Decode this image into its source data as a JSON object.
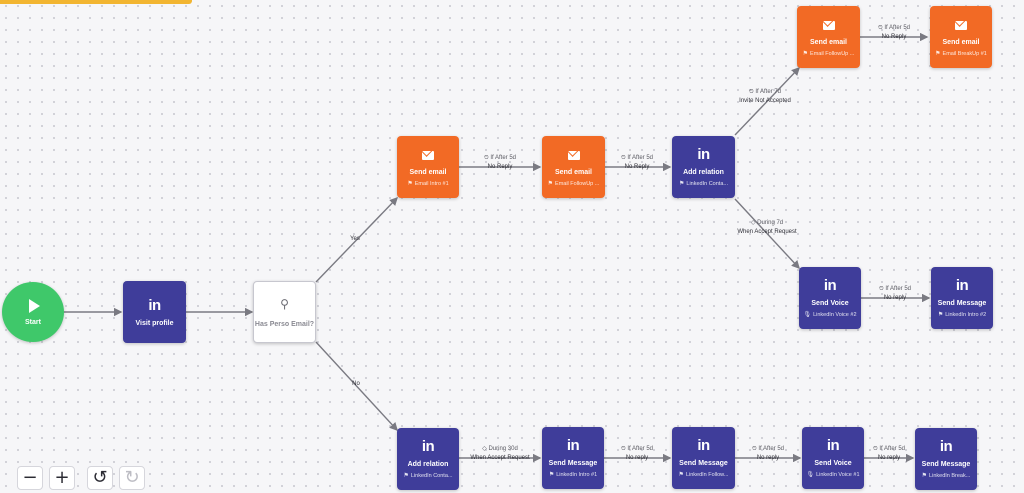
{
  "nodes": {
    "start": {
      "title": "Start"
    },
    "visit_profile": {
      "icon": "in",
      "title": "Visit profile"
    },
    "has_perso_email": {
      "title": "Has Perso Email?"
    },
    "send_email_intro": {
      "title": "Send email",
      "sub": "Email Intro #1"
    },
    "send_email_followup": {
      "title": "Send email",
      "sub": "Email FollowUp ..."
    },
    "add_relation_top": {
      "icon": "in",
      "title": "Add relation",
      "sub": "LinkedIn Conta..."
    },
    "send_email_followup2": {
      "title": "Send email",
      "sub": "Email FollowUp ..."
    },
    "send_email_breakup": {
      "title": "Send email",
      "sub": "Email BreakUp #1"
    },
    "send_voice_top": {
      "icon": "in",
      "title": "Send Voice",
      "sub": "LinkedIn Voice #2"
    },
    "send_message_top": {
      "icon": "in",
      "title": "Send Message",
      "sub": "LinkedIn Intro #2"
    },
    "add_relation_bottom": {
      "icon": "in",
      "title": "Add relation",
      "sub": "LinkedIn Conta..."
    },
    "send_message_intro": {
      "icon": "in",
      "title": "Send Message",
      "sub": "LinkedIn Intro #1"
    },
    "send_message_follow": {
      "icon": "in",
      "title": "Send Message",
      "sub": "LinkedIn Follow..."
    },
    "send_voice_bottom": {
      "icon": "in",
      "title": "Send Voice",
      "sub": "LinkedIn Voice #1"
    },
    "send_message_break": {
      "icon": "in",
      "title": "Send Message",
      "sub": "LinkedIn Break..."
    }
  },
  "edges": {
    "yes": "Yes",
    "no": "No",
    "e1_cond": "If After 5d",
    "e1_label": "No Reply",
    "e2_cond": "If After 5d",
    "e2_label": "No Reply",
    "e3_cond": "If After 7d",
    "e3_label": "Invite Not Accepted",
    "e4_cond": "If After 5d",
    "e4_label": "No Reply",
    "e5_cond": "During 7d",
    "e5_label": "When Accept Request",
    "e6_cond": "If After 5d",
    "e6_label": "No reply",
    "e7_cond": "During 30d",
    "e7_label": "When Accept Request",
    "e8_cond": "If After 5d",
    "e8_label": "No reply",
    "e9_cond": "If After 5d",
    "e9_label": "No reply",
    "e10_cond": "If After 5d",
    "e10_label": "No reply"
  },
  "colors": {
    "linkedin": "#3f3d9a",
    "email": "#f26a25",
    "start": "#3fc86a",
    "edge": "#7a7a82"
  },
  "controls": {
    "zoom_out": "−",
    "zoom_in": "+",
    "undo": "↺",
    "redo": "↻"
  }
}
